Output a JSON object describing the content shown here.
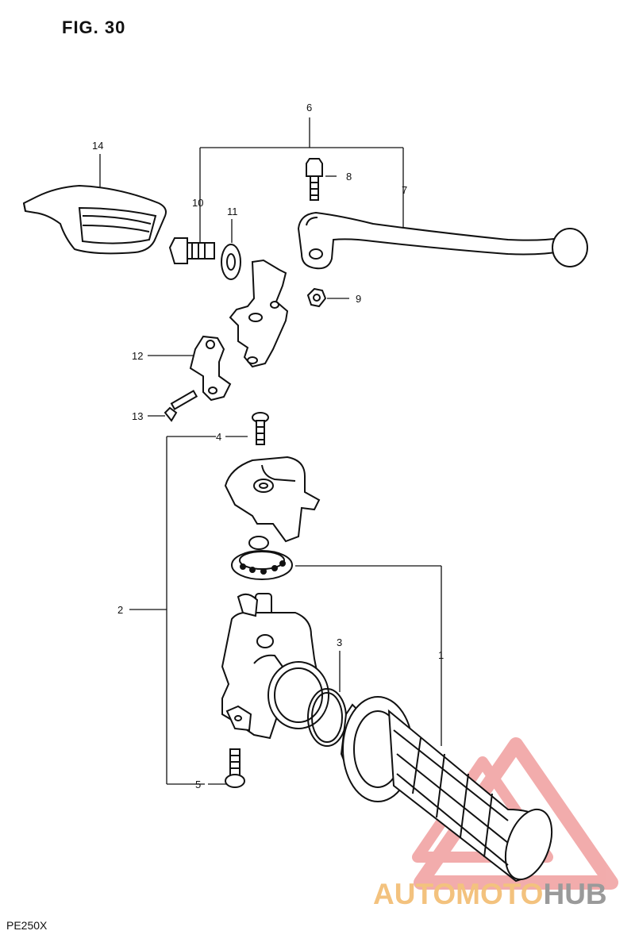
{
  "figure": {
    "title": "FIG. 30",
    "model": "PE250X"
  },
  "parts": [
    {
      "num": "1",
      "name": ""
    },
    {
      "num": "2",
      "name": ""
    },
    {
      "num": "3",
      "name": ""
    },
    {
      "num": "4",
      "name": ""
    },
    {
      "num": "5",
      "name": ""
    },
    {
      "num": "6",
      "name": ""
    },
    {
      "num": "7",
      "name": ""
    },
    {
      "num": "8",
      "name": ""
    },
    {
      "num": "9",
      "name": ""
    },
    {
      "num": "10",
      "name": ""
    },
    {
      "num": "11",
      "name": ""
    },
    {
      "num": "12",
      "name": ""
    },
    {
      "num": "13",
      "name": ""
    },
    {
      "num": "14",
      "name": ""
    }
  ],
  "watermark": {
    "part1": "AUTOMOTO",
    "part2": "HUB",
    "color_primary": "#f3c27e",
    "color_triangle": "#e86a6a",
    "color_secondary": "#9a9a9a"
  }
}
